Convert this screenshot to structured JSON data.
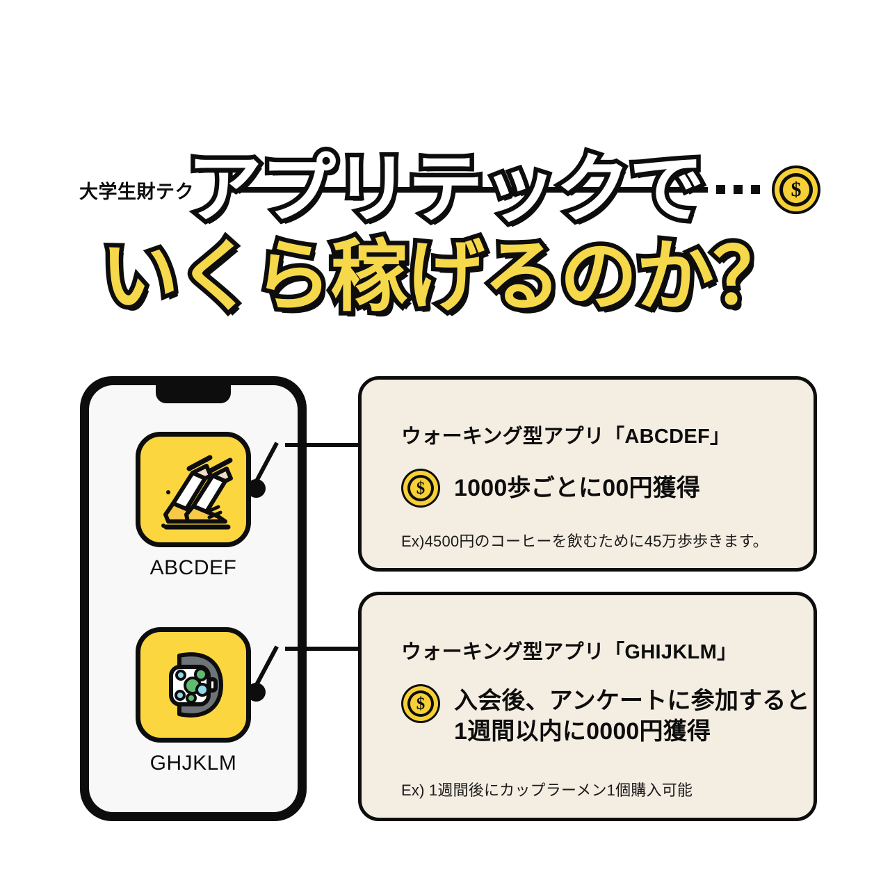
{
  "header": {
    "brand": "大学生財テク",
    "coin_icon": "coin-dollar-icon",
    "coin_symbol": "$",
    "divider": "horizontal-rule",
    "dots": [
      "dot",
      "dot",
      "dot"
    ]
  },
  "title": {
    "line1": "アプリテックで",
    "line2": "いくら稼げるのか？"
  },
  "phone": {
    "apps": [
      {
        "label": "ABCDEF",
        "icon": "running-shoes-icon"
      },
      {
        "label": "GHJKLM",
        "icon": "smartwatch-icon"
      }
    ]
  },
  "cards": [
    {
      "title": "ウォーキング型アプリ「ABCDEF」",
      "coin_symbol": "$",
      "main": "1000歩ごとに00円獲得",
      "note": "Ex)4500円のコーヒーを飲むために45万歩歩きます。"
    },
    {
      "title": "ウォーキング型アプリ「GHIJKLM」",
      "coin_symbol": "$",
      "main_line1": "入会後、アンケートに参加すると",
      "main_line2": "1週間以内に0000円獲得",
      "note": "Ex) 1週間後にカップラーメン1個購入可能"
    }
  ],
  "colors": {
    "background": "#FFFFFF",
    "ink": "#0D0D0D",
    "accent_yellow": "#FCD63E",
    "title_yellow": "#F6D84B",
    "card_cream": "#F4EDE2",
    "screen": "#F8F8F8"
  }
}
